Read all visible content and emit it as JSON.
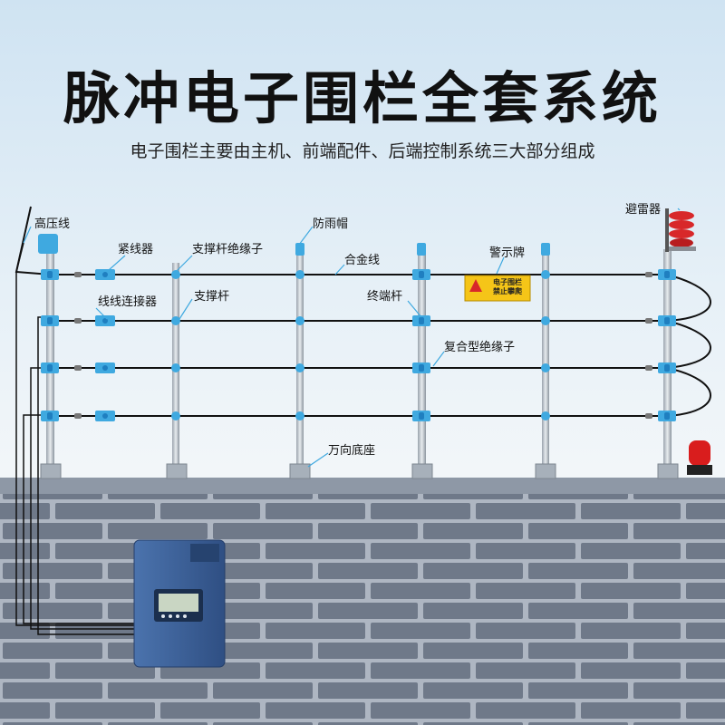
{
  "title": "脉冲电子围栏全套系统",
  "subtitle": "电子围栏主要由主机、前端配件、后端控制系统三大部分组成",
  "labels": {
    "high_voltage_wire": "高压线",
    "tensioner": "紧线器",
    "support_insulator": "支撑杆绝缘子",
    "rain_cap": "防雨帽",
    "alloy_wire": "合金线",
    "warning_sign": "警示牌",
    "lightning_arrester": "避雷器",
    "wire_connector": "线线连接器",
    "support_pole": "支撑杆",
    "terminal_pole": "终端杆",
    "composite_insulator": "复合型绝缘子",
    "universal_base": "万向底座"
  },
  "sign": {
    "line1": "电子围栏",
    "line2": "禁止攀爬"
  },
  "colors": {
    "insulator": "#3fa9e0",
    "insulator_dark": "#1f7fc0",
    "wire": "#111111",
    "wall_mortar": "#aeb6c2",
    "brick": "#6f7989",
    "controller": "#3a5f97",
    "arrester": "#d8282a",
    "alarm_light": "#d91d1d",
    "sign_bg": "#f5c518"
  },
  "icons": [
    "rain-cap-icon",
    "tensioner-icon",
    "lightning-arrester-icon",
    "alarm-light-icon",
    "warning-triangle-icon",
    "controller-icon"
  ]
}
